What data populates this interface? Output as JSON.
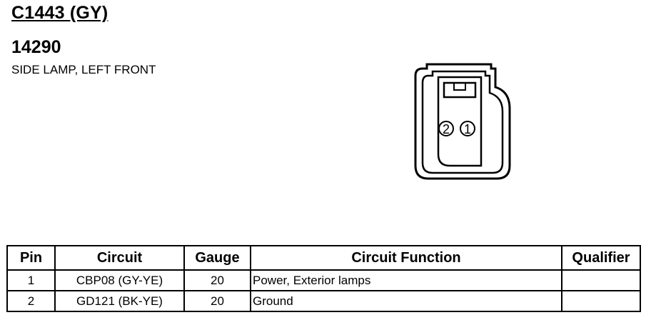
{
  "connector": {
    "id": "C1443 (GY)",
    "part_number": "14290",
    "description": "SIDE LAMP, LEFT FRONT",
    "pin_labels": [
      "2",
      "1"
    ]
  },
  "table": {
    "headers": [
      "Pin",
      "Circuit",
      "Gauge",
      "Circuit Function",
      "Qualifier"
    ],
    "rows": [
      [
        "1",
        "CBP08 (GY-YE)",
        "20",
        "Power, Exterior lamps",
        ""
      ],
      [
        "2",
        "GD121 (BK-YE)",
        "20",
        "Ground",
        ""
      ]
    ]
  }
}
